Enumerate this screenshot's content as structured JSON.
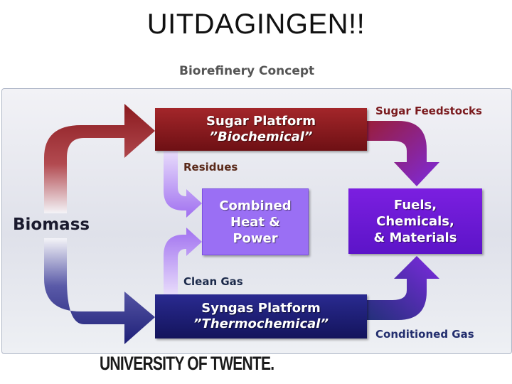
{
  "slide": {
    "title": "UITDAGINGEN!!"
  },
  "diagram": {
    "title": "Biorefinery Concept",
    "source": "Biomass",
    "sugar_platform": {
      "name": "Sugar Platform",
      "subtitle": "”Biochemical”"
    },
    "syngas_platform": {
      "name": "Syngas Platform",
      "subtitle": "”Thermochemical”"
    },
    "chp": {
      "lines": [
        "Combined",
        "Heat &",
        "Power"
      ]
    },
    "products": {
      "lines": [
        "Fuels,",
        "Chemicals,",
        "& Materials"
      ]
    },
    "flows": {
      "residues": "Residues",
      "clean_gas": "Clean Gas",
      "sugar_feedstocks": "Sugar Feedstocks",
      "conditioned_gas": "Conditioned Gas"
    }
  },
  "footer": {
    "logo_text": "UNIVERSITY OF TWENTE."
  },
  "colors": {
    "sugar": "#8b1a1f",
    "syngas": "#1e1f78",
    "chp": "#9a6ff4",
    "products": "#6a18d4",
    "flow_light": "#a070f0",
    "flow_purple": "#7d2ae0"
  }
}
